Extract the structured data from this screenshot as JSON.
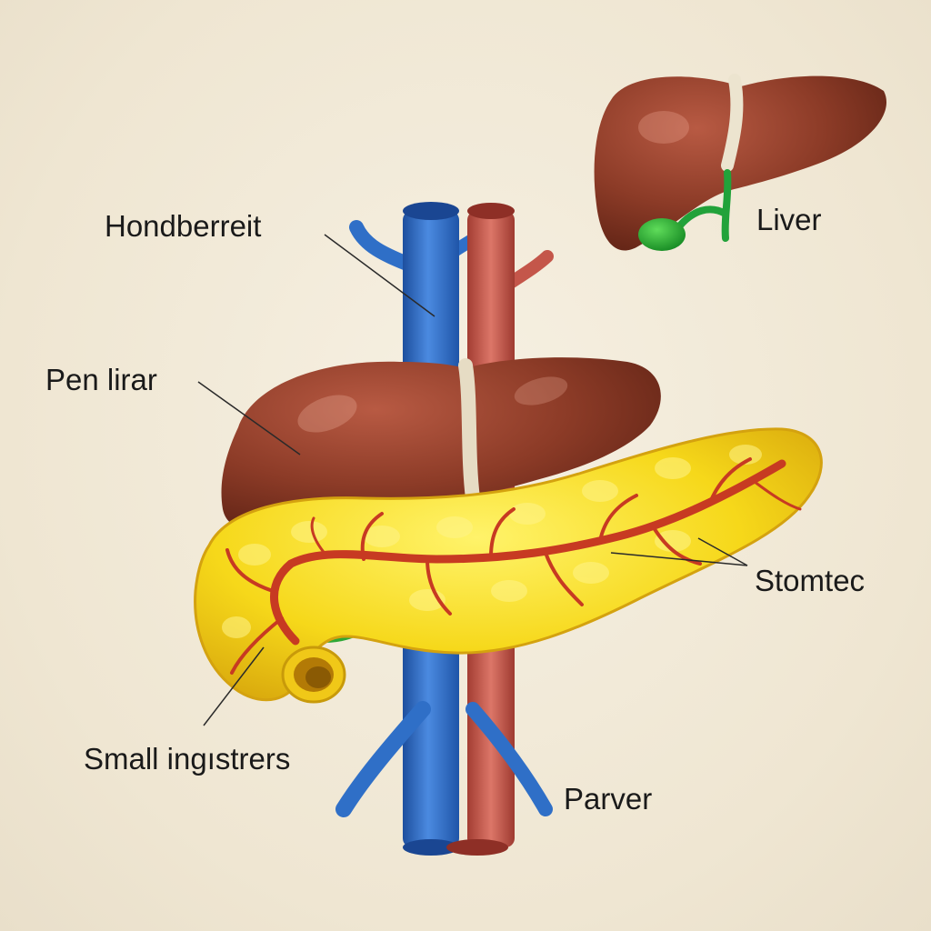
{
  "labels": {
    "hondberreit": "Hondberreit",
    "liver": "Liver",
    "pen_lirar": "Pen lirar",
    "stomtec": "Stomtec",
    "small_ingistrers": "Small ingıstrers",
    "parver": "Parver"
  },
  "colors": {
    "background": "#f2ead9",
    "liver": "#8b3a26",
    "pancreas": "#f5d81a",
    "vein": "#2f6fc7",
    "artery": "#c4564a",
    "gallbladder": "#2aa83a",
    "leader_line": "#2a2a2a"
  }
}
